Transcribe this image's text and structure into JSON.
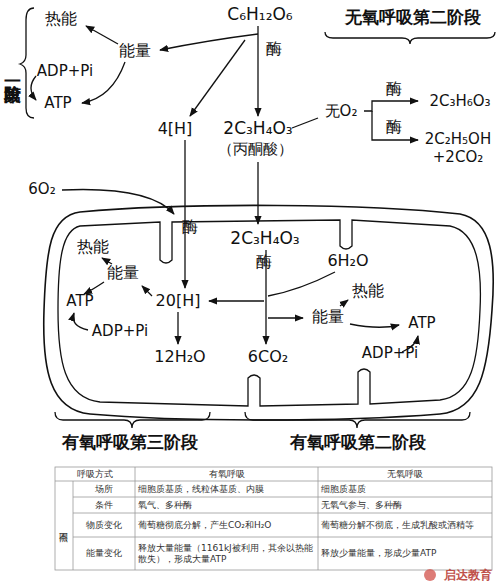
{
  "diagram": {
    "nodes": [
      {
        "text": [
          "酶",
          "2C₃H₄O₃",
          "酶",
          "6H₂O",
          "热能",
          "能量",
          "ATP",
          "20[H]",
          "ADP+Pi",
          "热能",
          "能量",
          "ATP",
          "ADP+Pi",
          "12H₂O",
          "6CO₂"
        ]
      }
    ],
    "labels": [
      "第一阶段",
      "热能",
      "C₆H₁₂O₆",
      "无氧呼吸第二阶段",
      "能量",
      "酶",
      "ADP+Pi",
      "ATP",
      "4[H]",
      "2C₃H₄O₃",
      "（丙酮酸）",
      "无O₂",
      "酶",
      "2C₃H₆O₃",
      "酶",
      "2C₂H₅OH +2CO₂",
      "6O₂",
      "有氧呼吸第三阶段",
      "有氧呼吸第二阶段",
      "呼吸方式",
      "有氧呼吸",
      "无氧呼吸",
      "不同点",
      "场所",
      "细胞质基质，线粒体基质、内膜",
      "细胞质基质",
      "条件",
      "氧气、多种酶",
      "无氧气参与、多种酶",
      "物质变化",
      "葡萄糖彻底分解，产生CO₂和H₂O",
      "葡萄糖分解不彻底，生成乳酸或酒精等",
      "能量变化",
      "释放大量能量（1161kJ被利用，其余以热能散失），形成大量ATP",
      "释放少量能量，形成少量ATP",
      "启达教育"
    ]
  }
}
